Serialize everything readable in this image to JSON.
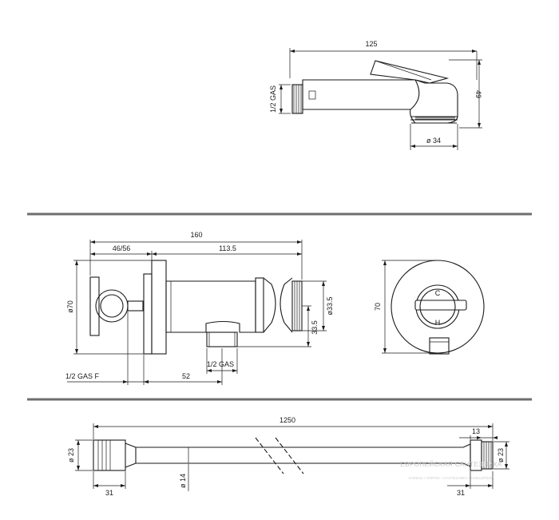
{
  "shower_head": {
    "width": "125",
    "height": "49",
    "diameter": "ø 34",
    "thread": "1/2 GAS"
  },
  "valve": {
    "total_length": "160",
    "offset_range": "46/56",
    "body_length": "113.5",
    "flange_diameter": "ø70",
    "outlet_diameter": "ø33.5",
    "outlet_height": "33.5",
    "inlet_thread": "1/2 GAS F",
    "outlet_offset": "52",
    "outlet_thread": "1/2 GAS"
  },
  "front_view": {
    "height": "70",
    "cold_mark": "C",
    "hot_mark": "H"
  },
  "hose": {
    "length": "1250",
    "end_diameter_left": "ø 23",
    "end_diameter_right": "ø 23",
    "hose_diameter": "ø 14",
    "end_length_left": "31",
    "end_length_right": "31",
    "nut_length": "13"
  },
  "watermark": {
    "title": "ЕВРОПЕЙСКАЯ САНТЕХНИКА",
    "subtitle": "КАФЕЛЬ • ПЛИТКА • САНТЕХНИКА • СМЕСИТЕЛИ"
  }
}
